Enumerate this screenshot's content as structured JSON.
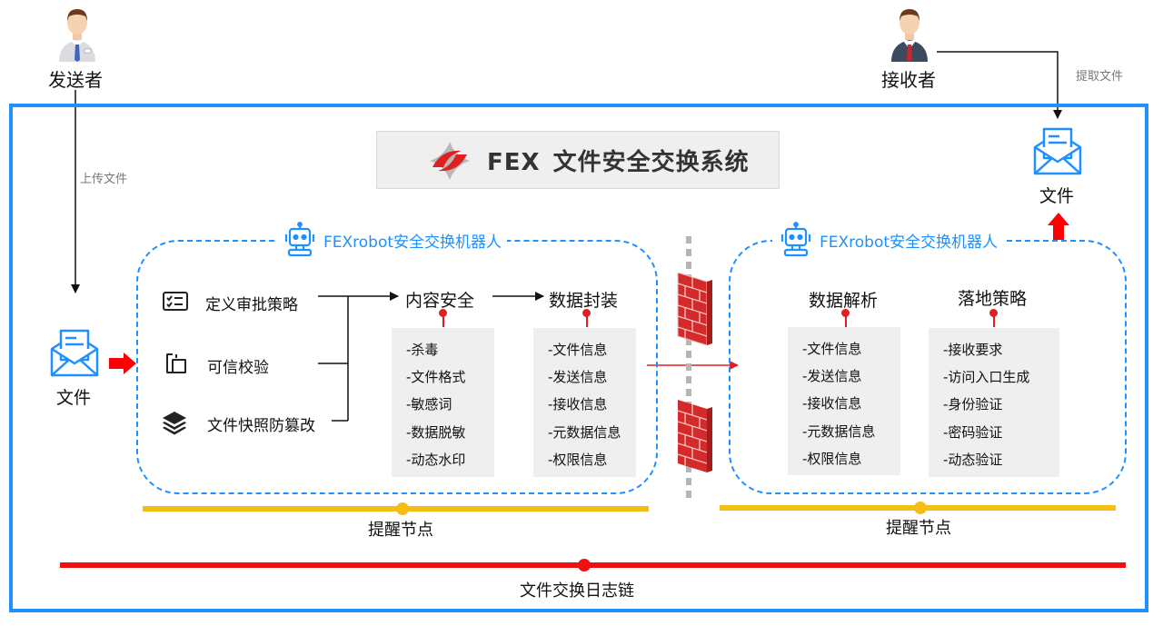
{
  "sender": {
    "label": "发送者"
  },
  "receiver": {
    "label": "接收者"
  },
  "upload_label": "上传文件",
  "fetch_label": "提取文件",
  "file_left": {
    "label": "文件"
  },
  "file_right": {
    "label": "文件"
  },
  "system": {
    "brand": "FEX",
    "title": "文件安全交换系统"
  },
  "robot_left": {
    "title": "FEXrobot安全交换机器人",
    "items": [
      "定义审批策略",
      "可信校验",
      "文件快照防篡改"
    ],
    "content_security": {
      "title": "内容安全",
      "items": [
        "-杀毒",
        "-文件格式",
        "-敏感词",
        "-数据脱敏",
        "-动态水印"
      ]
    },
    "data_packaging": {
      "title": "数据封装",
      "items": [
        "-文件信息",
        "-发送信息",
        "-接收信息",
        "-元数据信息",
        "-权限信息"
      ]
    }
  },
  "robot_right": {
    "title": "FEXrobot安全交换机器人",
    "data_parsing": {
      "title": "数据解析",
      "items": [
        "-文件信息",
        "-发送信息",
        "-接收信息",
        "-元数据信息",
        "-权限信息"
      ]
    },
    "landing_policy": {
      "title": "落地策略",
      "items": [
        "-接收要求",
        "-访问入口生成",
        "-身份验证",
        "-密码验证",
        "-动态验证"
      ]
    }
  },
  "reminder_left": "提醒节点",
  "reminder_right": "提醒节点",
  "log_chain": "文件交换日志链",
  "colors": {
    "frame_blue": "#1e90ff",
    "accent_red": "#e02020",
    "reminder_yellow": "#f5be16",
    "panel_gray": "#efefef"
  }
}
